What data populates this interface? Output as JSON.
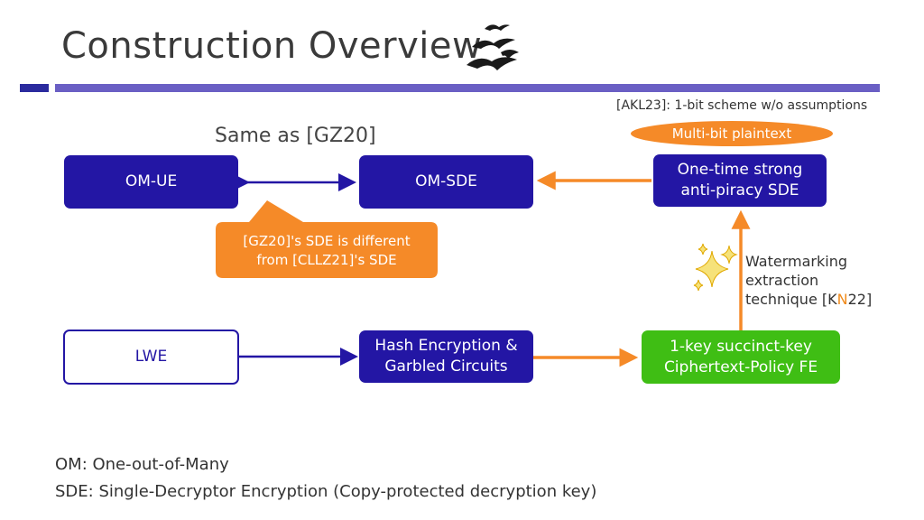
{
  "slide": {
    "title": "Construction Overview",
    "same_as": "Same as [GZ20]",
    "akl_note": "[AKL23]: 1-bit scheme w/o assumptions",
    "multi_bit": "Multi-bit plaintext",
    "callout": {
      "line1": "[GZ20]'s SDE is different",
      "line2": "from [CLLZ21]'s SDE"
    },
    "watermark": {
      "line1": "Watermarking extraction",
      "line2_prefix": "technique [K",
      "line2_n": "N",
      "line2_suffix": "22]"
    },
    "boxes": {
      "om_ue": "OM-UE",
      "om_sde": "OM-SDE",
      "one_time_l1": "One-time strong",
      "one_time_l2": "anti-piracy SDE",
      "lwe": "LWE",
      "hash_l1": "Hash Encryption &",
      "hash_l2": "Garbled Circuits",
      "fe_l1": "1-key succinct-key",
      "fe_l2": "Ciphertext-Policy FE"
    },
    "footnotes": {
      "om": "OM: One-out-of-Many",
      "sde": "SDE: Single-Decryptor Encryption (Copy-protected decryption key)"
    },
    "colors": {
      "navy": "#2316a4",
      "orange": "#f58a28",
      "green": "#3fbe14",
      "title_bar": "#6a5fc4"
    },
    "icons": [
      "birds-icon",
      "sparkle-icon"
    ]
  }
}
